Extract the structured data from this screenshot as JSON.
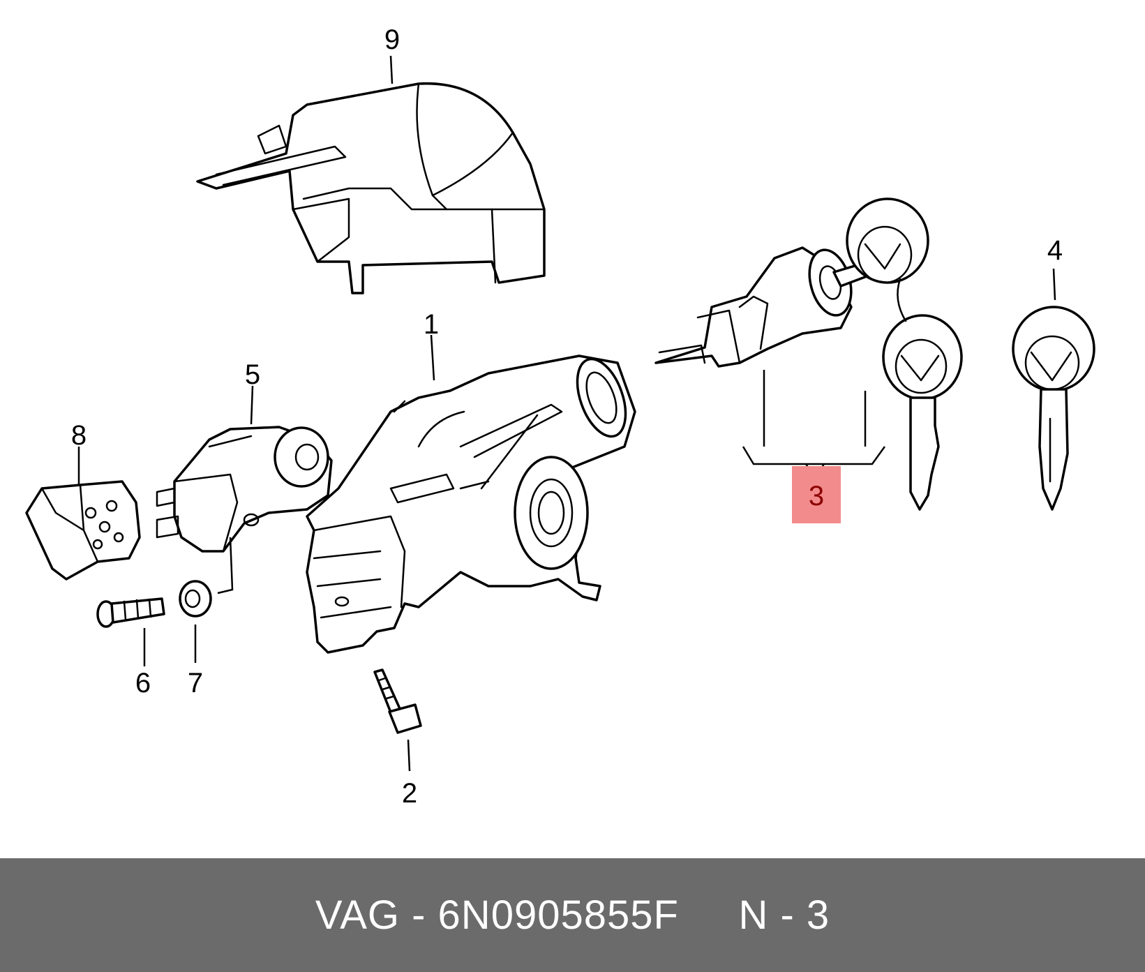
{
  "diagram": {
    "callouts": [
      {
        "id": "c1",
        "label": "1"
      },
      {
        "id": "c2",
        "label": "2"
      },
      {
        "id": "c3",
        "label": "3",
        "highlighted": true
      },
      {
        "id": "c4",
        "label": "4"
      },
      {
        "id": "c5",
        "label": "5"
      },
      {
        "id": "c6",
        "label": "6"
      },
      {
        "id": "c7",
        "label": "7"
      },
      {
        "id": "c8",
        "label": "8"
      },
      {
        "id": "c9",
        "label": "9"
      }
    ],
    "highlight_color": "#f28b8b",
    "label_color_highlighted": "#8b0000"
  },
  "footer": {
    "brand": "VAG",
    "separator": " - ",
    "part_number": "6N0905855F",
    "gap": "     ",
    "position_ref": "N - 3",
    "background": "#6b6b6b"
  }
}
